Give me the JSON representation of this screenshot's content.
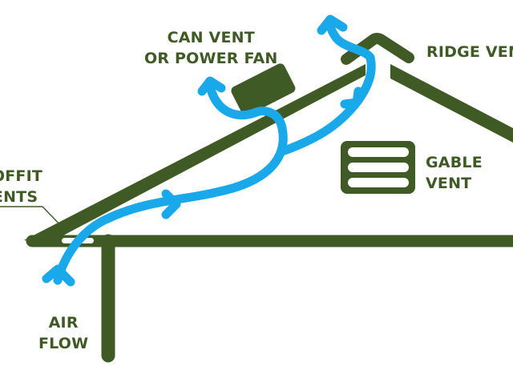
{
  "colors": {
    "structure": "#3f5a24",
    "airflow": "#19a8ea",
    "background": "#ffffff",
    "text": "#3f5a24"
  },
  "labels": {
    "can_vent": {
      "line1": "CAN VENT",
      "line2": "OR POWER FAN"
    },
    "ridge_vent": {
      "line1": "RIDGE VENT"
    },
    "gable_vent": {
      "line1": "GABLE",
      "line2": "VENT"
    },
    "soffit_vents": {
      "line1": "SOFFIT",
      "line2": "VENTS"
    },
    "air_flow": {
      "line1": "AIR",
      "line2": "FLOW"
    }
  }
}
